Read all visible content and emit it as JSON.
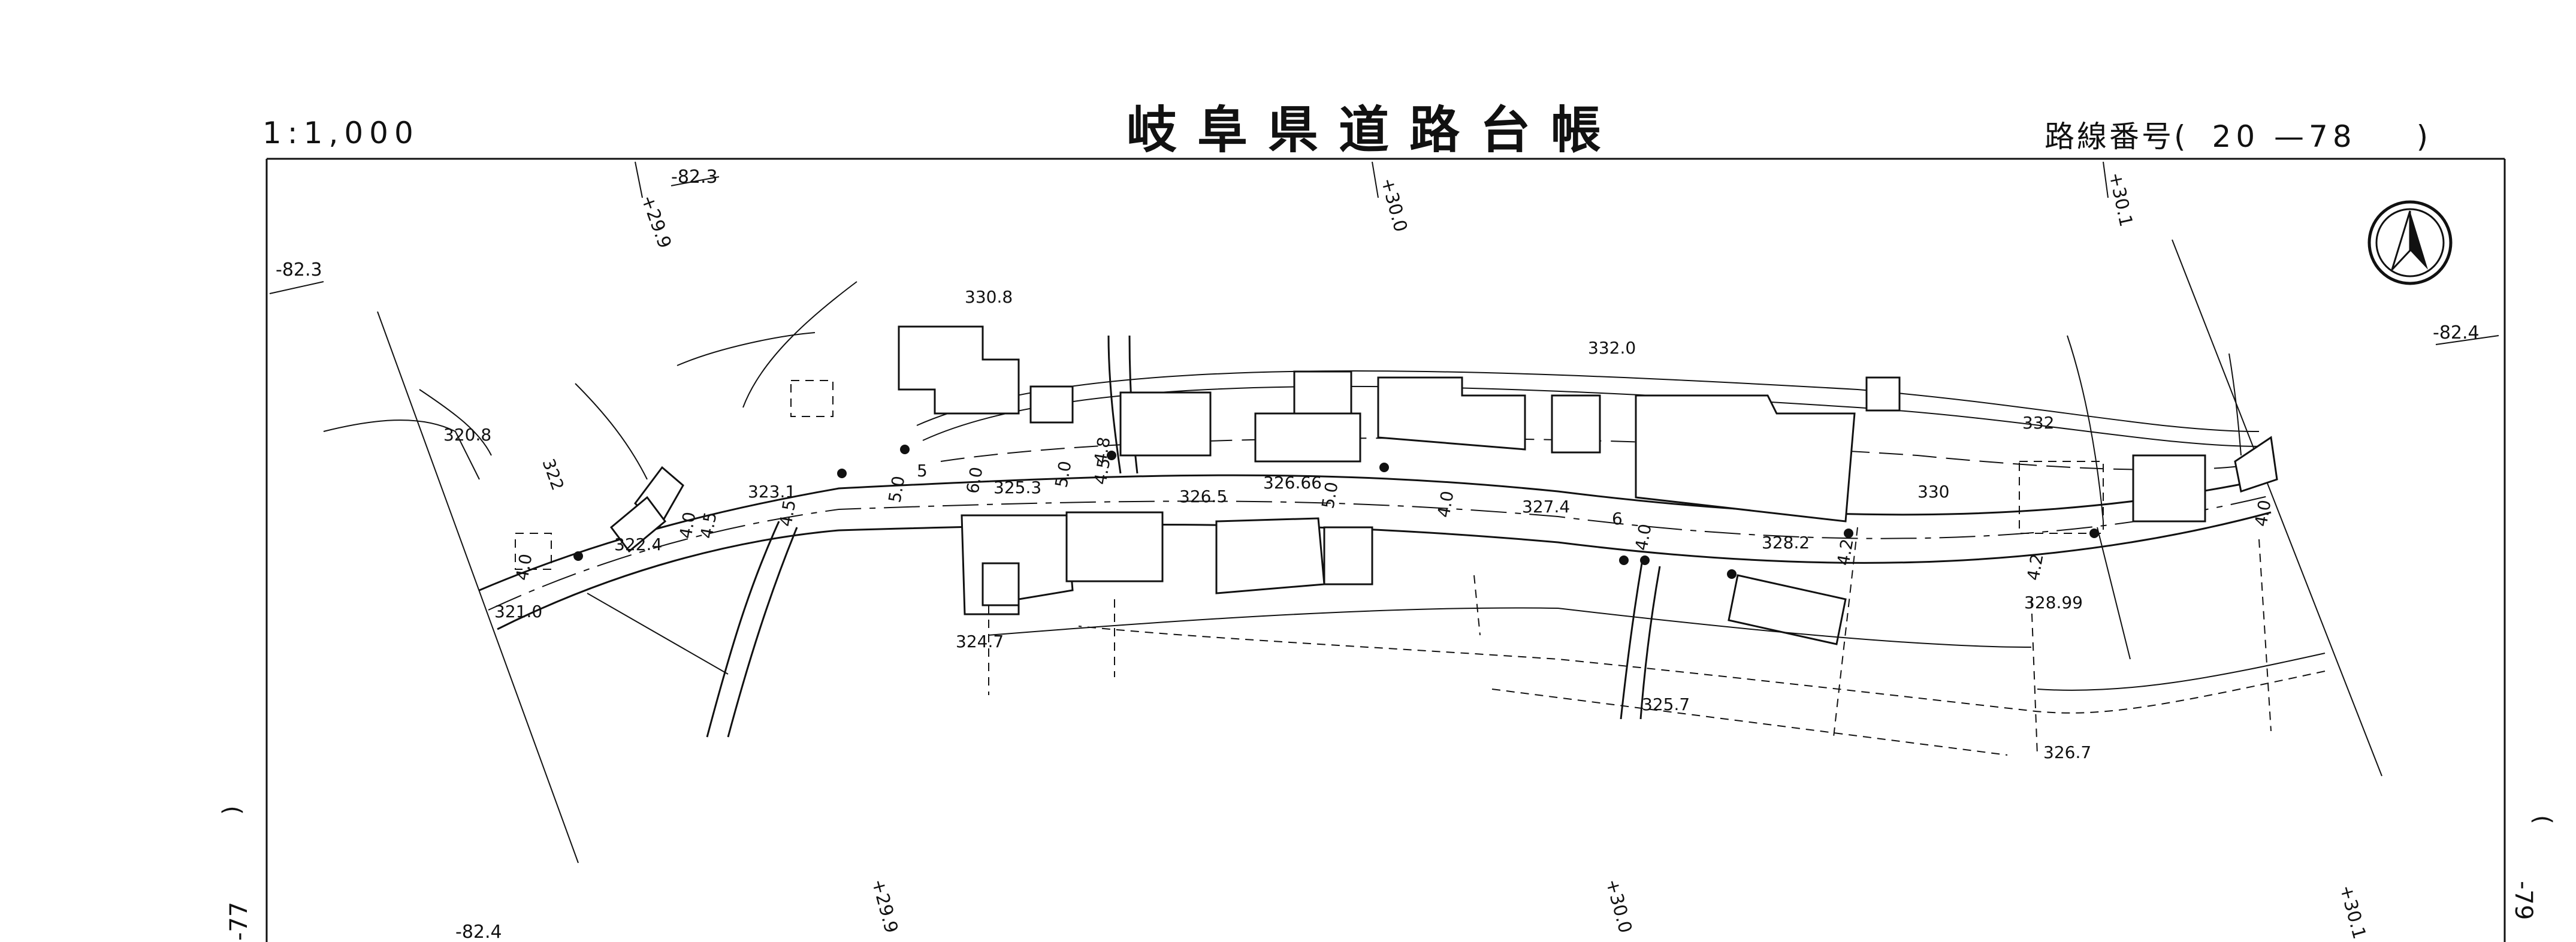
{
  "header": {
    "scale": "1:1,000",
    "title": "岐阜県道路台帳",
    "route_label": "路線番号(",
    "route_number": "20 —78",
    "route_close": ")"
  },
  "grid_labels": {
    "top_left_a": "+29.9",
    "top_left_b": "-82.3",
    "top_mid": "+30.0",
    "top_right": "+30.1",
    "left": "-82.3",
    "right": "-82.4",
    "bottom_left": "-82.4",
    "bottom_a": "+29.9",
    "bottom_b": "+30.0",
    "bottom_c": "+30.1"
  },
  "side_labels": {
    "left_paren": ")",
    "left_number": "-77",
    "right_paren": "(",
    "right_number": "-79"
  },
  "elevations": [
    "330.8",
    "332.0",
    "332",
    "330",
    "320.8",
    "322",
    "323.1",
    "322.4",
    "321.0",
    "325.3",
    "326.5",
    "326.66",
    "327.4",
    "328.2",
    "328.99",
    "324.7",
    "325.7",
    "326.7"
  ],
  "widths": [
    "4.0",
    "4.0",
    "4.5",
    "4.5",
    "5.0",
    "6.0",
    "5.0",
    "4.5",
    "4.8",
    "5.0",
    "4.0",
    "6",
    "4.0",
    "4.2",
    "4.2",
    "4.0",
    "5"
  ],
  "north_arrow": "north-arrow-icon"
}
